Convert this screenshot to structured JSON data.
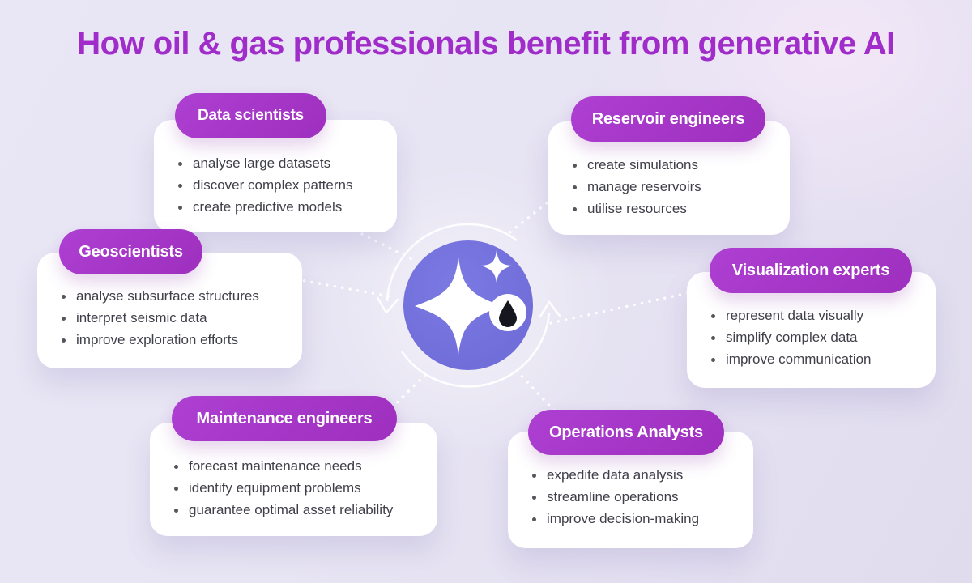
{
  "title": "How oil & gas professionals benefit from generative AI",
  "colors": {
    "title_purple": "#a02cc9",
    "badge_purple": "#a435c8",
    "center_blue": "#7471db",
    "background_lavender": "#e6e3f3",
    "card_white": "#ffffff",
    "bullet_text": "#3f3f49",
    "oil_drop": "#16161e"
  },
  "center_icon": {
    "name": "generative-ai-sparkle-with-oil-drop",
    "elements": [
      "large-sparkle",
      "small-sparkle",
      "oil-drop-badge",
      "cycle-arrows"
    ]
  },
  "cards": [
    {
      "id": "data-scientists",
      "label": "Data scientists",
      "bullets": [
        "analyse large datasets",
        "discover complex patterns",
        "create predictive models"
      ]
    },
    {
      "id": "reservoir-engineers",
      "label": "Reservoir engineers",
      "bullets": [
        "create simulations",
        "manage reservoirs",
        "utilise resources"
      ]
    },
    {
      "id": "geoscientists",
      "label": "Geoscientists",
      "bullets": [
        "analyse subsurface structures",
        "interpret seismic data",
        "improve exploration efforts"
      ]
    },
    {
      "id": "visualization-experts",
      "label": "Visualization experts",
      "bullets": [
        "represent data visually",
        "simplify complex data",
        "improve communication"
      ]
    },
    {
      "id": "maintenance-engineers",
      "label": "Maintenance engineers",
      "bullets": [
        "forecast maintenance needs",
        "identify equipment problems",
        "guarantee optimal asset reliability"
      ]
    },
    {
      "id": "operations-analysts",
      "label": "Operations Analysts",
      "bullets": [
        "expedite data analysis",
        "streamline operations",
        "improve decision-making"
      ]
    }
  ]
}
